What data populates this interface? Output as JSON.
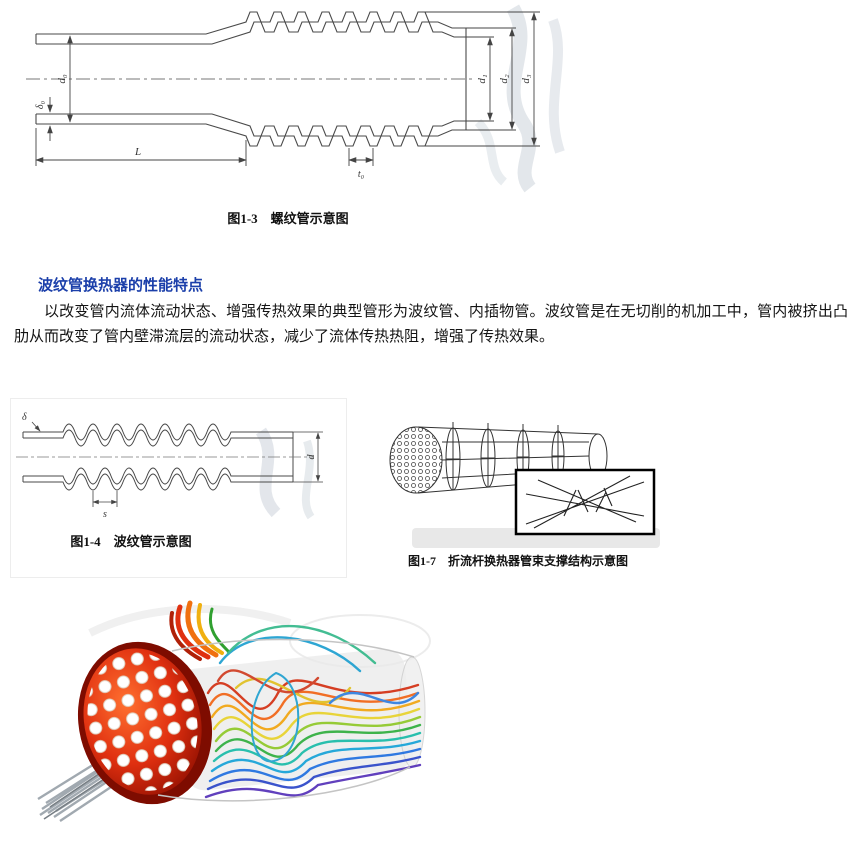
{
  "colors": {
    "heading_blue": "#1b3faa",
    "body_text": "#141414",
    "drawing_line": "#4a4a4a",
    "watermark_gray": "#dfe3e8",
    "cfd_hot": "#d32f12",
    "cfd_cold": "#2b46c8"
  },
  "fig13": {
    "caption": "图1-3　螺纹管示意图",
    "labels": {
      "d0": "d₀",
      "delta0": "δ₀",
      "L": "L",
      "t0": "t₀",
      "d1": "d₁",
      "d2": "d₂",
      "d3": "d₃"
    }
  },
  "section": {
    "heading": "波纹管换热器的性能特点",
    "paragraph": "以改变管内流体流动状态、增强传热效果的典型管形为波纹管、内插物管。波纹管是在无切削的机加工中，管内被挤出凸肋从而改变了管内壁滞流层的流动状态，减少了流体传热热阻，增强了传热效果。"
  },
  "fig14": {
    "caption": "图1-4　波纹管示意图",
    "labels": {
      "delta": "δ",
      "s": "s",
      "d": "d"
    }
  },
  "fig17": {
    "caption": "图1-7　折流杆换热器管束支撑结构示意图"
  }
}
